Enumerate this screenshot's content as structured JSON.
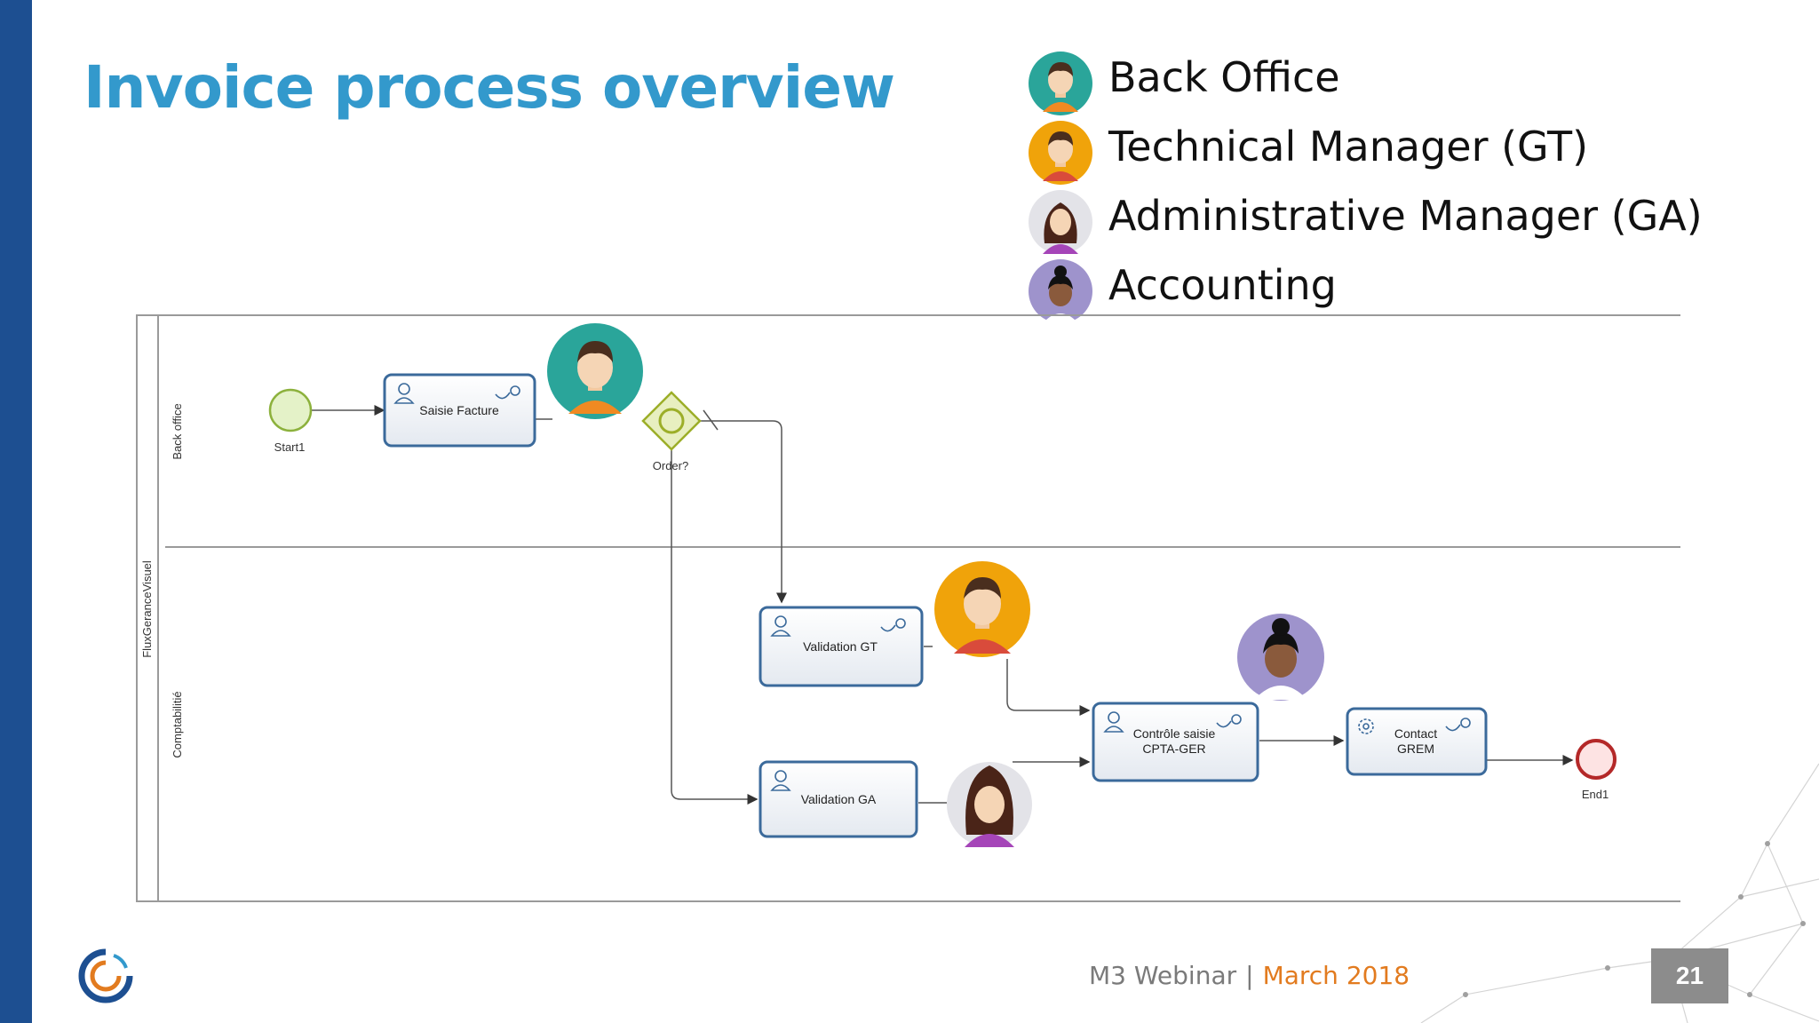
{
  "slide": {
    "title": "Invoice process overview",
    "footer": {
      "event": "M3 Webinar",
      "separator": "|",
      "date": "March 2018",
      "page": "21"
    }
  },
  "legend": [
    {
      "label": "Back Office",
      "avatar": "teal-man-avatar",
      "color": "#2aa59a"
    },
    {
      "label": "Technical Manager (GT)",
      "avatar": "orange-man-avatar",
      "color": "#f0a30a"
    },
    {
      "label": "Administrative Manager (GA)",
      "avatar": "woman-avatar",
      "color": "#e3e3e8"
    },
    {
      "label": "Accounting",
      "avatar": "purple-woman-avatar",
      "color": "#9e93cc"
    }
  ],
  "diagram": {
    "pool_label": "FluxGeranceVisuel",
    "lanes": [
      "Back office",
      "Comptabilitié"
    ],
    "start_label": "Start1",
    "gateway_label": "Order?",
    "end_label": "End1",
    "tasks": {
      "saisie": [
        "Saisie Facture"
      ],
      "validation_gt": [
        "Validation GT"
      ],
      "validation_ga": [
        "Validation GA"
      ],
      "controle": [
        "Contrôle saisie",
        "CPTA-GER"
      ],
      "contact": [
        "Contact",
        "GREM"
      ]
    }
  },
  "colors": {
    "brand_blue": "#1d4f91",
    "title_blue": "#3399cc",
    "date_orange": "#e27b1f",
    "task_border": "#3b6a9b"
  }
}
